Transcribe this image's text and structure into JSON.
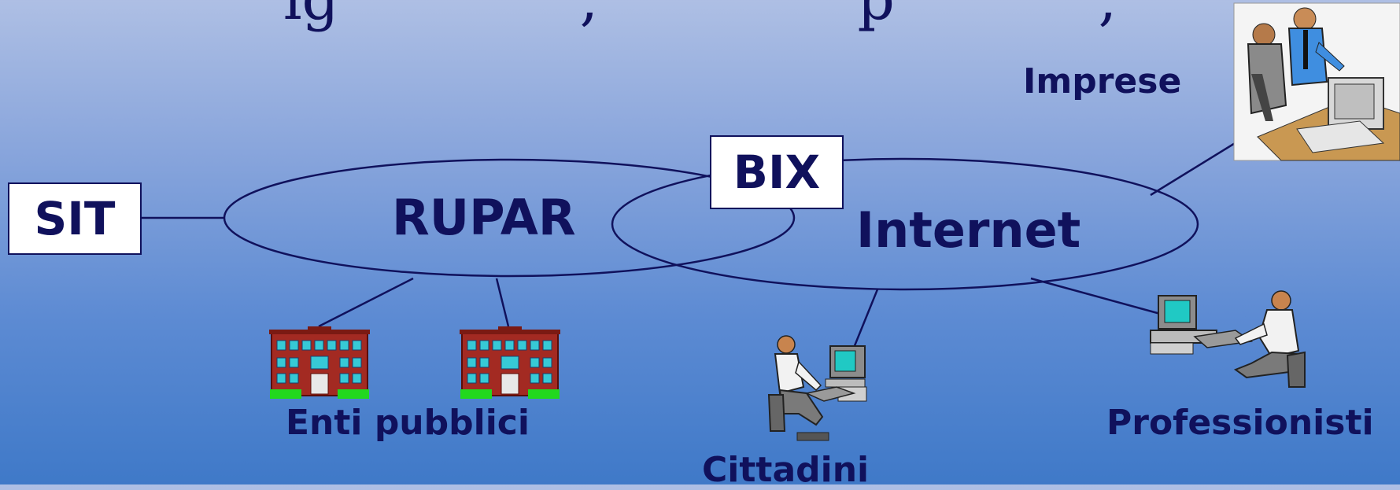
{
  "slide": {
    "title_fragment": "...ig          ,              p          ,"
  },
  "nodes": {
    "sit": "SIT",
    "bix": "BIX",
    "rupar": "RUPAR",
    "internet": "Internet",
    "imprese": "Imprese",
    "enti_pubblici": "Enti pubblici",
    "cittadini": "Cittadini",
    "professionisti": "Professionisti"
  },
  "colors": {
    "ink": "#10115c",
    "box_fill": "#ffffff"
  }
}
